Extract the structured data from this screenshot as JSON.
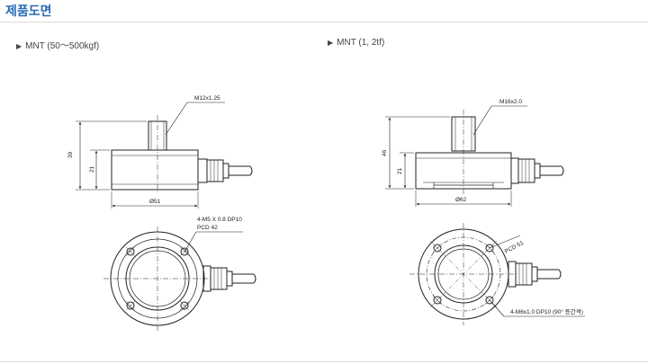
{
  "page": {
    "title": "제품도면"
  },
  "left": {
    "header": "MNT (50～500kgf)",
    "thread": "M12x1.25",
    "height_total": "39",
    "height_body": "21",
    "diameter": "Ø51",
    "hole_note_1": "4-M5 X 0.8 DP10",
    "hole_note_2": "PCD 42"
  },
  "right": {
    "header": "MNT (1, 2tf)",
    "thread": "M16x2.0",
    "height_total": "46",
    "height_body": "21",
    "diameter": "Ø62",
    "pcd_note": "PCD 51",
    "hole_note": "4-M6x1.0 DP10 (90° 등간격)"
  },
  "icons": {
    "bullet": "triangle-right-icon"
  }
}
